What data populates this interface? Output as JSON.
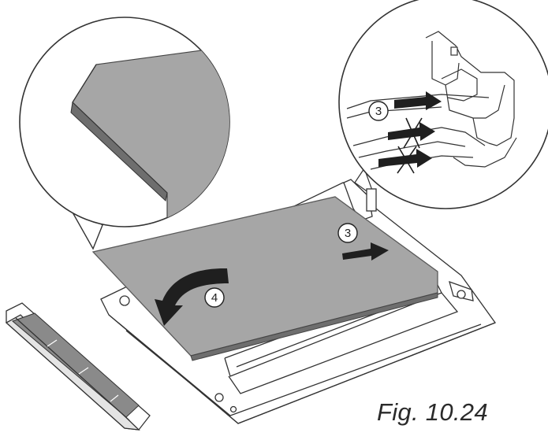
{
  "figure": {
    "caption": "Fig. 10.24",
    "callouts": {
      "zoom_step": "3",
      "main_step_slide": "3",
      "main_step_rotate": "4"
    }
  },
  "colors": {
    "panel_fill": "#a6a6a6",
    "panel_edge": "#6e6e6e",
    "line": "#333333",
    "arrow": "#1f1f1f",
    "background": "#ffffff"
  }
}
